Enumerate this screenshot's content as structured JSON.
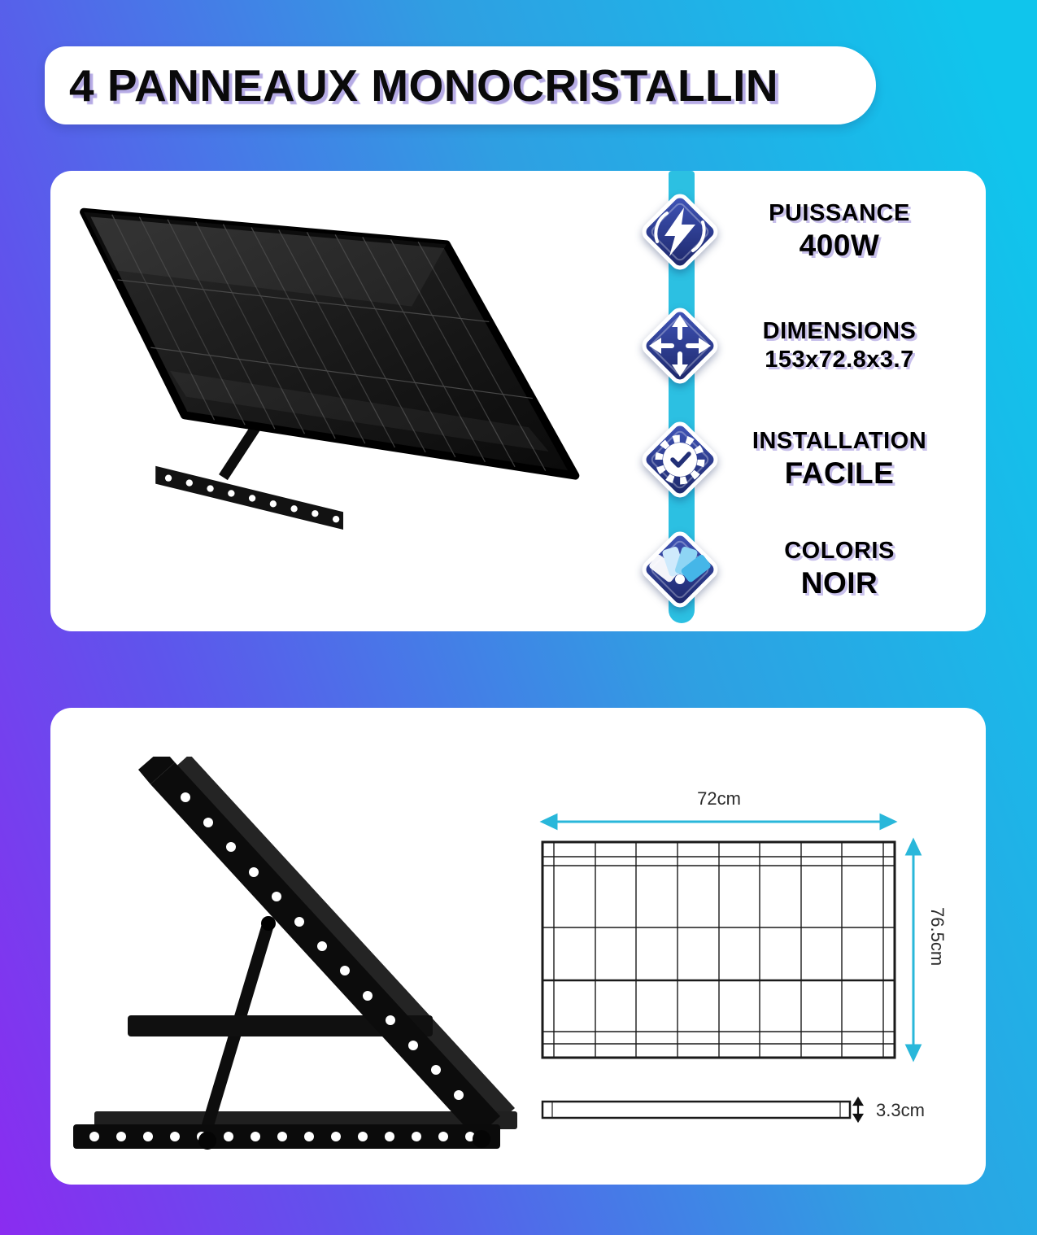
{
  "title": "4 PANNEAUX MONOCRISTALLIN",
  "specs": {
    "rows": [
      {
        "icon": "lightning-icon",
        "label": "PUISSANCE",
        "value": "400W"
      },
      {
        "icon": "dimensions-icon",
        "label": "DIMENSIONS",
        "value": "153x72.8x3.7"
      },
      {
        "icon": "installation-icon",
        "label": "INSTALLATION",
        "value": "FACILE"
      },
      {
        "icon": "coloris-icon",
        "label": "COLORIS",
        "value": "NOIR"
      }
    ]
  },
  "diagram": {
    "width": "72cm",
    "height": "76.5cm",
    "thickness": "3.3cm"
  },
  "colors": {
    "background_gradient_start": "#8a2cf0",
    "background_gradient_end": "#10c5ec",
    "stripe_cyan": "#2cc0e2",
    "badge_navy_dark": "#1b2566",
    "badge_navy_light": "#4156bb",
    "arrow_cyan": "#29b7da",
    "panel_black": "#0c0c0c"
  }
}
